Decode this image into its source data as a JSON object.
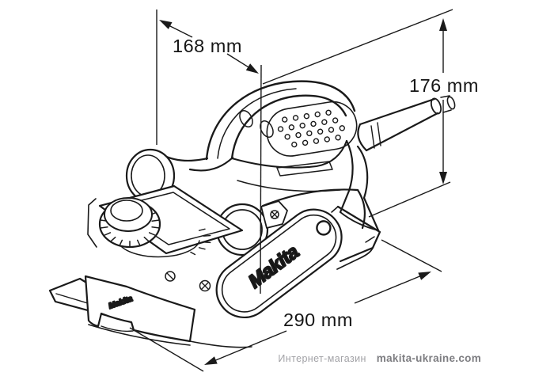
{
  "diagram": {
    "subject": "makita-planer-dimension-drawing",
    "line_color": "#1a1a1a",
    "logo_text": "Makita",
    "foot_label": "Makita"
  },
  "dimensions": {
    "width": {
      "label": "168 mm"
    },
    "height": {
      "label": "176 mm"
    },
    "length": {
      "label": "290 mm"
    }
  },
  "watermark": {
    "shop_label": "Интернет-магазин",
    "site_label": "makita-ukraine.com"
  }
}
